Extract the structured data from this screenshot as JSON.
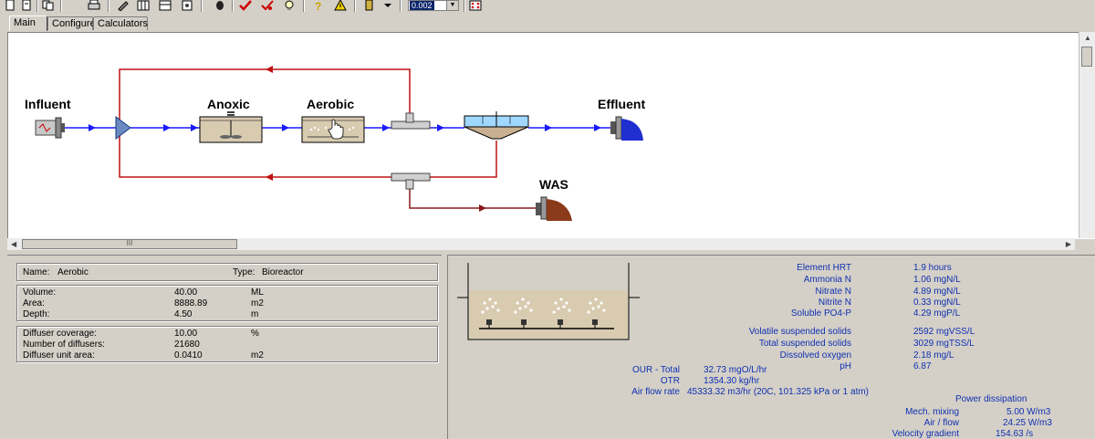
{
  "tabs": [
    {
      "label": "Main"
    },
    {
      "label": "Configure"
    },
    {
      "label": "Calculators"
    }
  ],
  "toolbar": {
    "zoom_value": "0.002"
  },
  "flowsheet": {
    "influent_label": "Influent",
    "anoxic_label": "Anoxic",
    "aerobic_label": "Aerobic",
    "effluent_label": "Effluent",
    "was_label": "WAS",
    "scroll_grip": "III"
  },
  "element": {
    "name_label": "Name:",
    "name_value": "Aerobic",
    "type_label": "Type:",
    "type_value": "Bioreactor",
    "geometry": [
      {
        "label": "Volume:",
        "value": "40.00",
        "unit": "ML"
      },
      {
        "label": "Area:",
        "value": "8888.89",
        "unit": "m2"
      },
      {
        "label": "Depth:",
        "value": "4.50",
        "unit": "m"
      }
    ],
    "diffusers": [
      {
        "label": "Diffuser coverage:",
        "value": "10.00",
        "unit": "%"
      },
      {
        "label": "Number of diffusers:",
        "value": "21680",
        "unit": ""
      },
      {
        "label": "Diffuser unit area:",
        "value": "0.0410",
        "unit": "m2"
      }
    ]
  },
  "results": {
    "top": [
      {
        "label": "Element HRT",
        "value": "1.9 hours"
      },
      {
        "label": "Ammonia N",
        "value": "1.06 mgN/L"
      },
      {
        "label": "Nitrate N",
        "value": "4.89 mgN/L"
      },
      {
        "label": "Nitrite N",
        "value": "0.33 mgN/L"
      },
      {
        "label": "Soluble PO4-P",
        "value": "4.29 mgP/L"
      }
    ],
    "solids": [
      {
        "label": "Volatile suspended solids",
        "value": "2592 mgVSS/L"
      },
      {
        "label": "Total suspended solids",
        "value": "3029 mgTSS/L"
      },
      {
        "label": "Dissolved oxygen",
        "value": "2.18 mg/L"
      },
      {
        "label": "pH",
        "value": "6.87"
      }
    ],
    "air": [
      {
        "label": "OUR - Total",
        "value": "32.73 mgO/L/hr"
      },
      {
        "label": "OTR",
        "value": "1354.30 kg/hr"
      },
      {
        "label": "Air flow rate",
        "value": "45333.32 m3/hr (20C, 101.325 kPa or 1 atm)"
      }
    ],
    "power_title": "Power dissipation",
    "power": [
      {
        "label": "Mech. mixing",
        "value": "5.00 W/m3"
      },
      {
        "label": "Air / flow",
        "value": "24.25 W/m3"
      },
      {
        "label": "Velocity gradient",
        "value": "154.63 /s"
      }
    ]
  },
  "colors": {
    "forward_flow": "#1a1aff",
    "recycle_flow": "#c01010",
    "was_flow": "#8b1a1a",
    "label_text": "#1030b0",
    "tank_fill": "#d8cbb0",
    "effluent_blue": "#1f2fd0",
    "was_brown": "#8b3a1a"
  },
  "icons": [
    "new-icon",
    "open-icon",
    "save-icon",
    "print-icon",
    "bug-icon",
    "check-icon",
    "bulb-icon",
    "help-icon",
    "warning-icon",
    "chart-icon"
  ]
}
